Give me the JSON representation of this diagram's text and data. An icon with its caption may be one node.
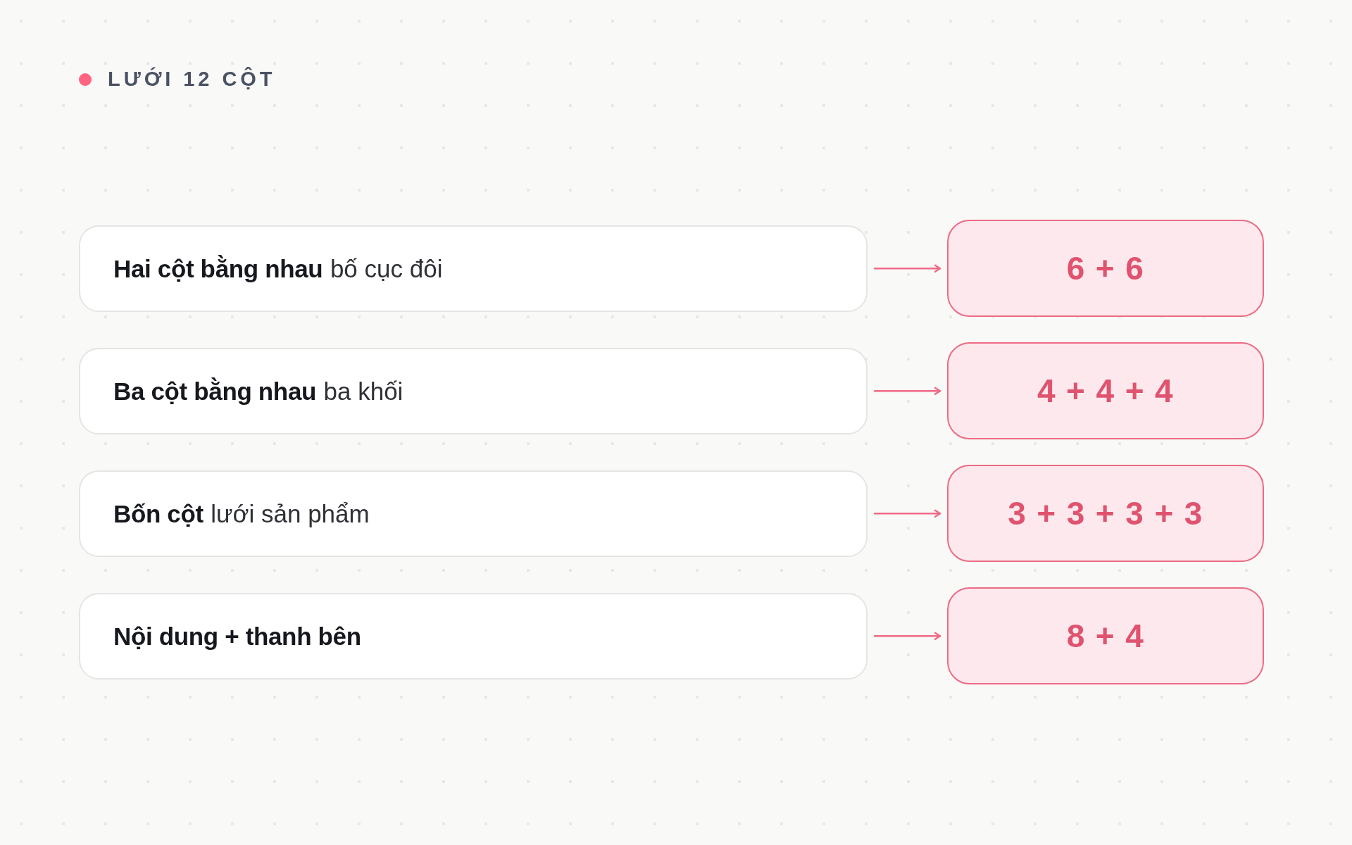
{
  "diagram": {
    "title": "LƯỚI 12 CỘT",
    "nodes": [
      {
        "text": [
          "Hai cột bằng nhau",
          "bố cục đôi"
        ]
      },
      {
        "text": [
          "6 + 6"
        ]
      },
      {
        "text": [
          "Ba cột bằng nhau",
          "ba khối"
        ]
      },
      {
        "text": [
          "4 + 4 + 4"
        ]
      },
      {
        "text": [
          "Bốn cột",
          "lưới sản phẩm"
        ]
      },
      {
        "text": [
          "3 + 3 + 3 + 3"
        ]
      },
      {
        "text": [
          "Nội dung + thanh bên"
        ]
      },
      {
        "text": [
          "8 + 4"
        ]
      }
    ],
    "edges": [
      {
        "from": 0,
        "to": 1,
        "arrow": "to"
      },
      {
        "from": 2,
        "to": 3,
        "arrow": "to"
      },
      {
        "from": 4,
        "to": 5,
        "arrow": "to"
      },
      {
        "from": 6,
        "to": 7,
        "arrow": "to"
      }
    ]
  }
}
